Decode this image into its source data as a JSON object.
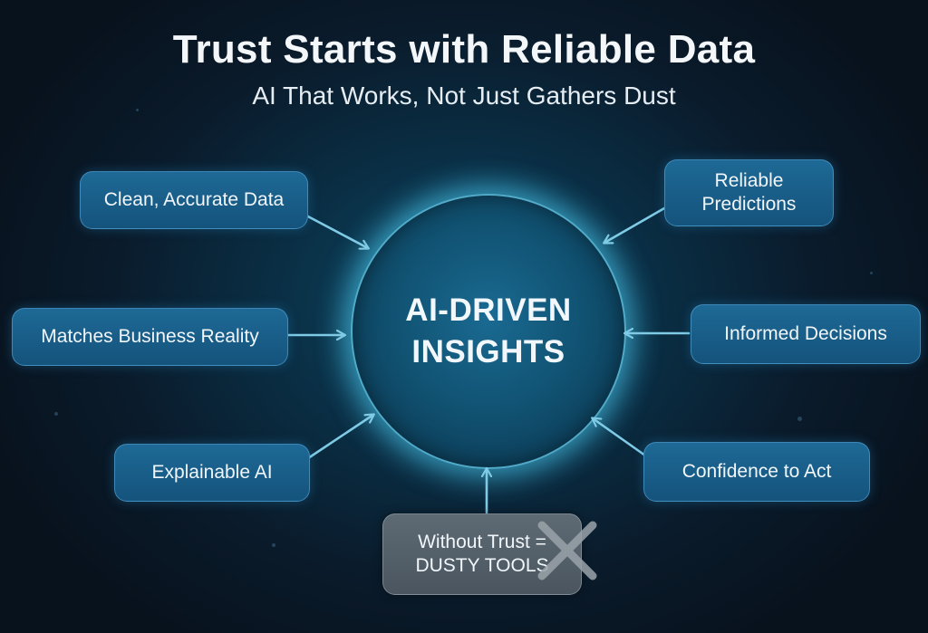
{
  "header": {
    "title": "Trust Starts with Reliable Data",
    "subtitle": "AI That Works, Not Just Gathers Dust"
  },
  "hub": {
    "line1": "AI-DRIVEN",
    "line2": "INSIGHTS"
  },
  "nodes": {
    "clean_data": "Clean, Accurate Data",
    "business_reality": "Matches Business Reality",
    "explainable_ai": "Explainable AI",
    "reliable_predictions_line1": "Reliable",
    "reliable_predictions_line2": "Predictions",
    "informed_decisions": "Informed Decisions",
    "confidence_to_act": "Confidence to Act",
    "without_trust_line1": "Without Trust =",
    "without_trust_line2": "DUSTY TOOLS"
  },
  "colors": {
    "background": "#0a1b2b",
    "accent_glow": "#46cdf0",
    "box_fill": "#1a5f8a",
    "arrow": "#7fcbe6",
    "warning_box": "#55616b",
    "x_mark": "#9aa3aa"
  }
}
